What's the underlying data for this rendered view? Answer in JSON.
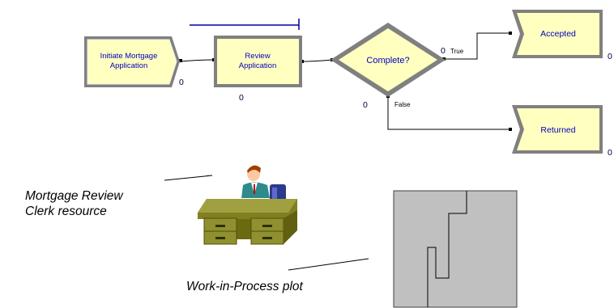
{
  "modules": {
    "initiate": {
      "label_line1": "Initiate Mortgage",
      "label_line2": "Application",
      "count": "0"
    },
    "review": {
      "label_line1": "Review",
      "label_line2": "Application",
      "count": "0"
    },
    "decide": {
      "label": "Complete?",
      "count_left": "0",
      "count_right": "0",
      "true_label": "True",
      "false_label": "False"
    },
    "accepted": {
      "label": "Accepted",
      "count": "0"
    },
    "returned": {
      "label": "Returned",
      "count": "0"
    }
  },
  "annotations": {
    "clerk_line1": "Mortgage Review",
    "clerk_line2": "Clerk resource",
    "wip_plot": "Work-in-Process plot"
  },
  "colors": {
    "module_fill": "#ffffc0",
    "module_border": "#808080",
    "label_text": "#0000c0",
    "plot_bg": "#c0c0c0",
    "queue_line": "#0000a0"
  }
}
